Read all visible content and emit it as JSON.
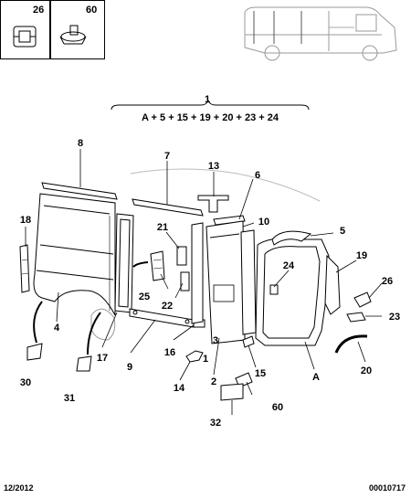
{
  "thumbnails": [
    {
      "ref": "26"
    },
    {
      "ref": "60"
    }
  ],
  "assembly": {
    "ref": "1",
    "formula": "A + 5 + 15 + 19 + 20 + 23 + 24"
  },
  "callouts": [
    {
      "key": "c8",
      "label": "8"
    },
    {
      "key": "c7",
      "label": "7"
    },
    {
      "key": "c13",
      "label": "13"
    },
    {
      "key": "c6",
      "label": "6"
    },
    {
      "key": "c18",
      "label": "18"
    },
    {
      "key": "c21",
      "label": "21"
    },
    {
      "key": "c10",
      "label": "10"
    },
    {
      "key": "c5",
      "label": "5"
    },
    {
      "key": "c19",
      "label": "19"
    },
    {
      "key": "c24",
      "label": "24"
    },
    {
      "key": "c26",
      "label": "26"
    },
    {
      "key": "c25",
      "label": "25"
    },
    {
      "key": "c22",
      "label": "22"
    },
    {
      "key": "c23",
      "label": "23"
    },
    {
      "key": "c4",
      "label": "4"
    },
    {
      "key": "c17",
      "label": "17"
    },
    {
      "key": "c9",
      "label": "9"
    },
    {
      "key": "c16",
      "label": "16"
    },
    {
      "key": "c1b",
      "label": "1"
    },
    {
      "key": "c3",
      "label": "3"
    },
    {
      "key": "c15",
      "label": "15"
    },
    {
      "key": "cA",
      "label": "A"
    },
    {
      "key": "c20",
      "label": "20"
    },
    {
      "key": "c30",
      "label": "30"
    },
    {
      "key": "c14",
      "label": "14"
    },
    {
      "key": "c2",
      "label": "2"
    },
    {
      "key": "c31",
      "label": "31"
    },
    {
      "key": "c60",
      "label": "60"
    },
    {
      "key": "c32",
      "label": "32"
    }
  ],
  "footer": {
    "date": "12/2012",
    "code": "00010717"
  }
}
